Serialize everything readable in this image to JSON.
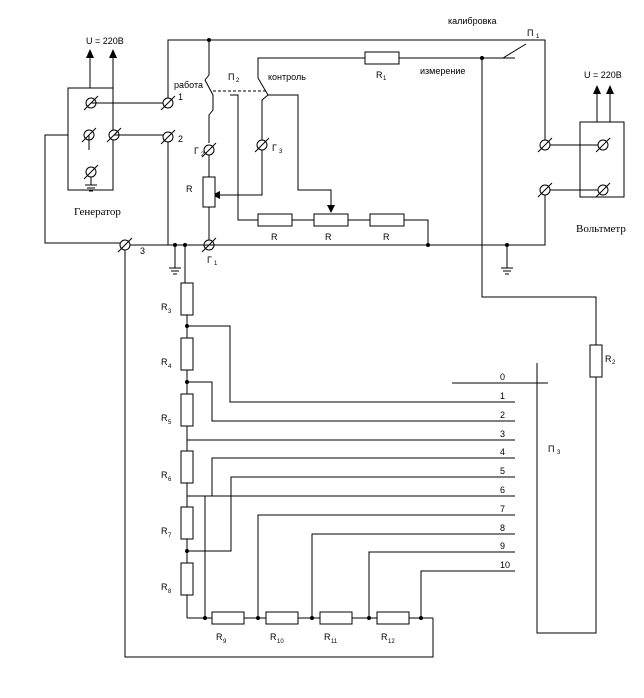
{
  "supply_left": "U = 220В",
  "supply_right": "U = 220В",
  "generator_caption": "Генератор",
  "voltmeter_caption": "Вольтметр",
  "mode_labels": {
    "work": "работа",
    "control": "контроль",
    "calibration": "калибровка",
    "measurement": "измерение"
  },
  "terminals": {
    "t1": "1",
    "t2": "2",
    "t3": "3"
  },
  "switches": {
    "p1": {
      "base": "П",
      "sub": "1"
    },
    "p2": {
      "base": "П",
      "sub": "2"
    },
    "p3": {
      "base": "П",
      "sub": "3"
    },
    "g1": {
      "base": "Г",
      "sub": "1"
    },
    "g2": {
      "base": "Г",
      "sub": "2"
    },
    "g3": {
      "base": "Г",
      "sub": "3"
    }
  },
  "resistors": {
    "r1": {
      "base": "R",
      "sub": "1"
    },
    "r2": {
      "base": "R",
      "sub": "2"
    },
    "r_pot": "R",
    "r_bottom": [
      "R",
      "R",
      "R"
    ],
    "chain": [
      {
        "base": "R",
        "sub": "3"
      },
      {
        "base": "R",
        "sub": "4"
      },
      {
        "base": "R",
        "sub": "5"
      },
      {
        "base": "R",
        "sub": "6"
      },
      {
        "base": "R",
        "sub": "7"
      },
      {
        "base": "R",
        "sub": "8"
      }
    ],
    "bottom_row": [
      {
        "base": "R",
        "sub": "9"
      },
      {
        "base": "R",
        "sub": "10"
      },
      {
        "base": "R",
        "sub": "11"
      },
      {
        "base": "R",
        "sub": "12"
      }
    ]
  },
  "positions": [
    "0",
    "1",
    "2",
    "3",
    "4",
    "5",
    "6",
    "7",
    "8",
    "9",
    "10"
  ]
}
